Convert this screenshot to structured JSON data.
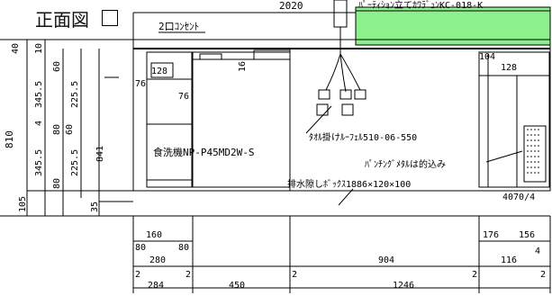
{
  "title": "正面図",
  "labels": {
    "outlet": "2口ｺﾝｾﾝﾄ",
    "top_width": "2020",
    "partition": "ﾊﾟｰﾃｨｼｮﾝ立てｶﾜﾗﾞｭﾝKC-018-K",
    "towel_bar": "ﾀｵﾙ掛けﾙｰﾌｪﾙ510-06-550",
    "panel_note": "ﾊﾟﾝﾁﾝｸﾞﾒﾀﾙは的込み",
    "dishwasher": "食洗機NP-P45MD2W-S",
    "drain": "排水隙しﾎﾞｯｸｽ1886×120×100",
    "panel_no": "4070/4"
  },
  "left_dims": [
    "40",
    "10",
    "60",
    "345.5",
    "225.5",
    "4",
    "80",
    "60",
    "345.5",
    "225.5",
    "80",
    "810",
    "841",
    "105",
    "35"
  ],
  "inner_dims": [
    "128",
    "76",
    "76",
    "16",
    "104",
    "128"
  ],
  "bottom_dims": {
    "row1": [
      "160",
      "176",
      "156",
      "4"
    ],
    "row2": [
      "80",
      "80",
      "280",
      "904",
      "116"
    ],
    "row3": [
      "2",
      "2",
      "284",
      "450",
      "2",
      "1246",
      "2",
      "2"
    ]
  },
  "colors": {
    "ink": "#000000",
    "partition_fill": "#8cf08c"
  }
}
